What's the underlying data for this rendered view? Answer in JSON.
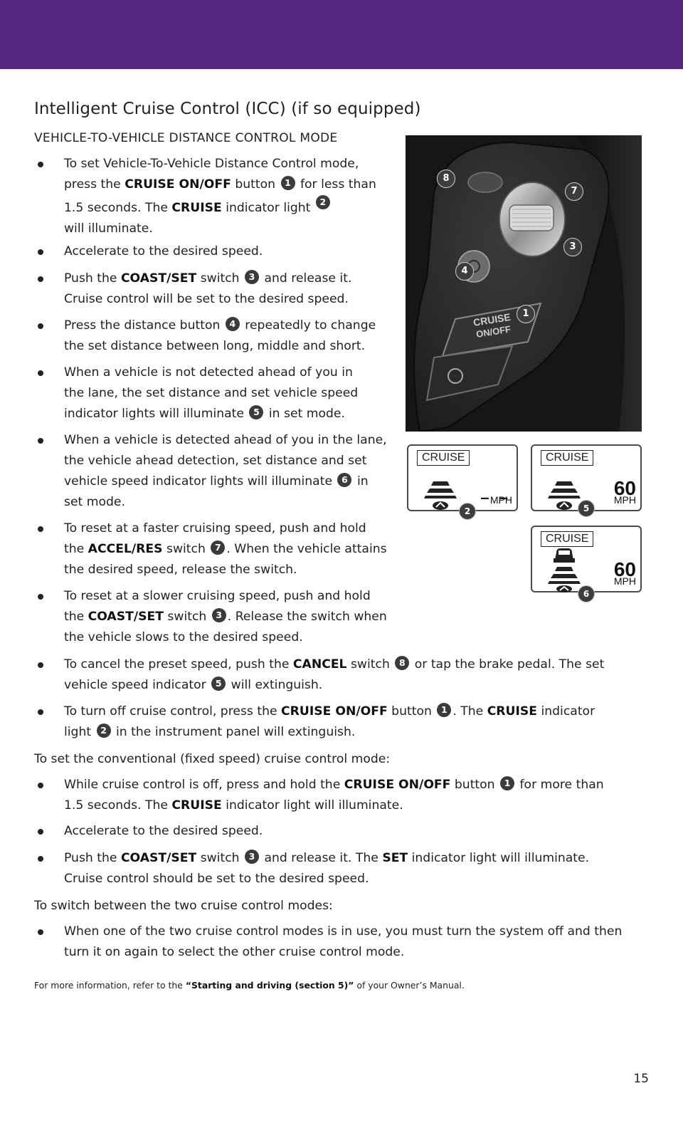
{
  "header": {
    "title": "Intelligent Cruise Control (ICC) (if so equipped)",
    "subhead": "VEHICLE-TO-VEHICLE DISTANCE CONTROL MODE"
  },
  "b1": {
    "t1": "To set Vehicle-To-Vehicle Distance Control mode,",
    "t2": "press the ",
    "k1": "CRUISE ON/OFF",
    "t3": " button ",
    "n1": "1",
    "t4": " for less than",
    "t5": "1.5 seconds. The ",
    "k2": "CRUISE",
    "t6": " indicator light ",
    "n2": "2",
    "t7": "will illuminate."
  },
  "b2": {
    "t1": "Accelerate to the desired speed."
  },
  "b3": {
    "t1": "Push the ",
    "k1": "COAST/SET",
    "t2": " switch ",
    "n1": "3",
    "t3": " and release it.",
    "t4": "Cruise control will be set to the desired speed."
  },
  "b4": {
    "t1": "Press the distance button ",
    "n1": "4",
    "t2": " repeatedly to change",
    "t3": "the set distance between long, middle and short."
  },
  "b5": {
    "t1": "When a vehicle is not detected ahead of you in",
    "t2": "the lane, the set distance and set vehicle speed",
    "t3": "indicator lights will illuminate ",
    "n1": "5",
    "t4": " in set mode."
  },
  "b6": {
    "t1": "When a vehicle is detected ahead of you in the lane,",
    "t2": "the vehicle ahead detection, set distance and set",
    "t3": "vehicle speed indicator lights will illuminate ",
    "n1": "6",
    "t4": " in",
    "t5": "set mode."
  },
  "b7": {
    "t1": "To reset at a faster cruising speed, push and hold",
    "t2": "the ",
    "k1": "ACCEL/RES",
    "t3": " switch ",
    "n1": "7",
    "t4": ". When the vehicle attains",
    "t5": "the desired speed, release the switch."
  },
  "b8": {
    "t1": "To reset at a slower cruising speed, push and hold",
    "t2": "the ",
    "k1": "COAST/SET",
    "t3": " switch ",
    "n1": "3",
    "t4": ". Release the switch when",
    "t5": "the vehicle slows to the desired speed."
  },
  "b9": {
    "t1": "To cancel the preset speed, push the ",
    "k1": "CANCEL",
    "t2": " switch ",
    "n1": "8",
    "t3": " or tap the brake pedal. The set",
    "t4": "vehicle speed indicator ",
    "n2": "5",
    "t5": " will extinguish."
  },
  "b10": {
    "t1": "To turn off cruise control, press the ",
    "k1": "CRUISE ON/OFF",
    "t2": " button ",
    "n1": "1",
    "t3": ". The ",
    "k2": "CRUISE",
    "t4": " indicator",
    "t5": "light ",
    "n2": "2",
    "t6": " in the instrument panel will extinguish."
  },
  "p1": "To set the conventional (fixed speed) cruise control mode:",
  "b11": {
    "t1": "While cruise control is off, press and hold the ",
    "k1": "CRUISE ON/OFF",
    "t2": " button ",
    "n1": "1",
    "t3": " for more than",
    "t4": "1.5 seconds. The ",
    "k2": "CRUISE",
    "t5": " indicator light will illuminate."
  },
  "b12": {
    "t1": "Accelerate to the desired speed."
  },
  "b13": {
    "t1": "Push the ",
    "k1": "COAST/SET",
    "t2": " switch ",
    "n1": "3",
    "t3": " and release it. The ",
    "k2": "SET",
    "t4": " indicator light will illuminate.",
    "t5": "Cruise control should be set to the desired speed."
  },
  "p2": "To switch between the two cruise control modes:",
  "b14": {
    "t1": "When one of the two cruise control modes is in use, you must turn the system off and then",
    "t2": "turn it on again to select the other cruise control mode."
  },
  "footnote": {
    "t1": "For more information, refer to the ",
    "k1": "“Starting and driving (section 5)”",
    "t2": " of your Owner’s Manual."
  },
  "page_number": "15",
  "photo": {
    "button_text_1": "CRUISE",
    "button_text_2": "ON/OFF",
    "callouts": [
      "8",
      "7",
      "3",
      "4",
      "1"
    ]
  },
  "displays": {
    "d2": {
      "label": "CRUISE",
      "dashes": "– –",
      "unit": "MPH",
      "callout": "2"
    },
    "d5": {
      "label": "CRUISE",
      "speed": "60",
      "unit": "MPH",
      "callout": "5"
    },
    "d6": {
      "label": "CRUISE",
      "speed": "60",
      "unit": "MPH",
      "callout": "6"
    }
  },
  "colors": {
    "header_bar": "#53267f",
    "callout_bg": "#3b3b3b"
  }
}
